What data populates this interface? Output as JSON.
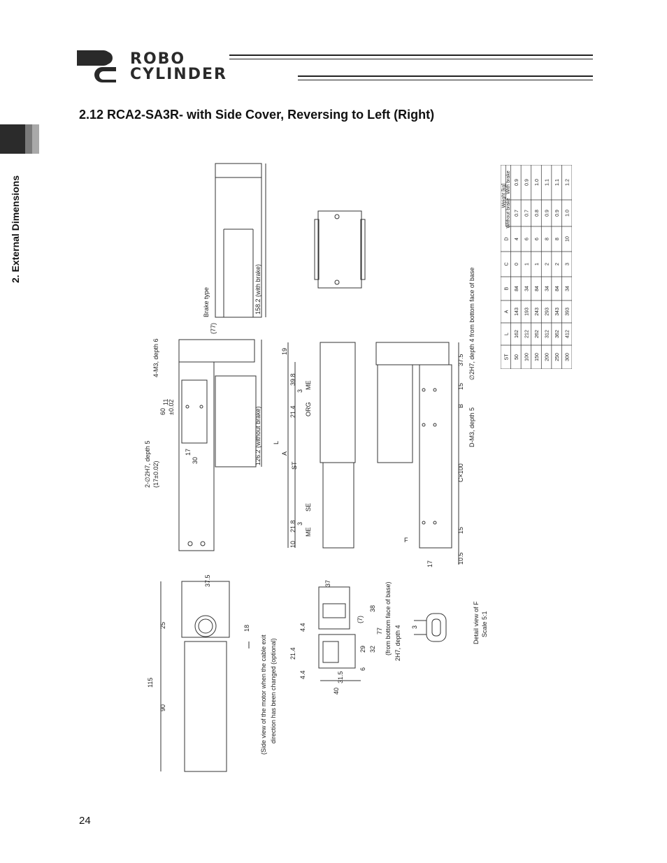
{
  "logo": {
    "line1": "ROBO",
    "line2": "CYLINDER",
    "mark": "RC"
  },
  "section": {
    "title": "2.12    RCA2-SA3R- with Side Cover, Reversing to Left (Right)"
  },
  "side_tab": {
    "label": "2. External Dimensions"
  },
  "page_number": "24",
  "drawing": {
    "labels": {
      "brake_type": "Brake type",
      "with_brake": "158.2 (with brake)",
      "without_brake": "126.2 (without brake)",
      "m3_depth6": "4-M3, depth 6",
      "h7_depth5": "2-∅2H7, depth 5",
      "h7_tol": "(17±0.02)",
      "tol_002": "±0.02",
      "dim_60": "60",
      "dim_11": "11",
      "dim_17": "17",
      "dim_30": "30",
      "dim_77": "(77)",
      "dim_L": "L",
      "dim_A": "A",
      "dim_ST": "ST",
      "dim_19": "19",
      "dim_39_8": "39.8",
      "dim_21_4": "21.4",
      "dim_3": "3",
      "dim_ME": "ME",
      "dim_ORG": "ORG",
      "dim_SE": "SE",
      "dim_21_8": "21.8",
      "dim_10": "10",
      "h7_bottom": "∅2H7, depth 4 from bottom face of base",
      "dim_37_5": "37.5",
      "dim_15": "15",
      "dim_B": "B",
      "dm3": "D-M3, depth 5",
      "c100": "C×100",
      "dim_F": "F",
      "dim_10_5": "10.5",
      "dim_115": "115",
      "dim_25": "25",
      "dim_90": "90",
      "dim_18": "18",
      "side_note_1": "(Side view of the motor when the cable exit",
      "side_note_2": "direction has been changed (optional)",
      "dim_37": "37",
      "dim_4_4": "4.4",
      "dim_7": "(7)",
      "dim_38": "38",
      "dim_77b": "77",
      "dim_29": "29",
      "dim_32": "32",
      "dim_31_5": "31.5",
      "dim_40": "40",
      "dim_6": "6",
      "detail_h7_1": "(from bottom face of base)",
      "detail_h7_2": "2H7, depth 4",
      "detail_title": "Detail view of F",
      "detail_scale": "Scale 5:1"
    }
  },
  "table": {
    "headers": [
      "ST",
      "L",
      "A",
      "B",
      "C",
      "D"
    ],
    "weight_header": "Weight [kg]",
    "weight_sub": [
      "Without brake",
      "With brake"
    ],
    "rows": [
      [
        "50",
        "162",
        "143",
        "84",
        "0",
        "4",
        "0.7",
        "0.9"
      ],
      [
        "100",
        "212",
        "193",
        "34",
        "1",
        "6",
        "0.7",
        "0.9"
      ],
      [
        "150",
        "262",
        "243",
        "84",
        "1",
        "6",
        "0.8",
        "1.0"
      ],
      [
        "200",
        "312",
        "293",
        "34",
        "2",
        "8",
        "0.9",
        "1.1"
      ],
      [
        "250",
        "362",
        "343",
        "84",
        "2",
        "8",
        "0.9",
        "1.1"
      ],
      [
        "300",
        "412",
        "393",
        "34",
        "3",
        "10",
        "1.0",
        "1.2"
      ]
    ]
  }
}
